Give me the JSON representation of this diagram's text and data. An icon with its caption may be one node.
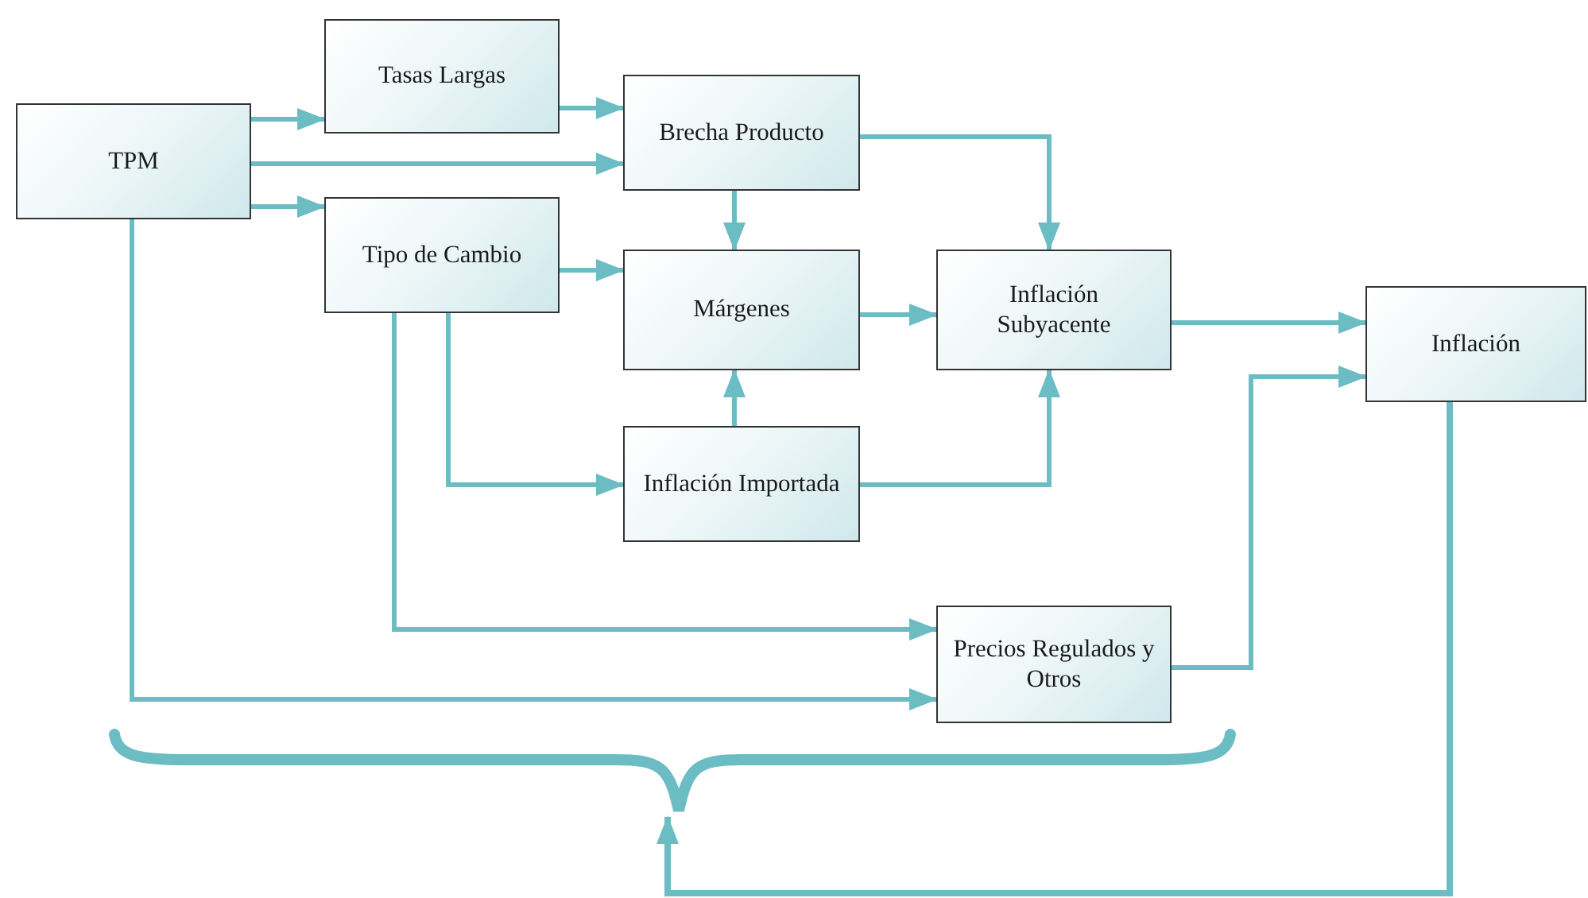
{
  "diagram": {
    "nodes": [
      {
        "text": [
          "TPM"
        ]
      },
      {
        "text": [
          "Tasas Largas"
        ]
      },
      {
        "text": [
          "Brecha Producto"
        ]
      },
      {
        "text": [
          "Tipo de Cambio"
        ]
      },
      {
        "text": [
          "Márgenes"
        ]
      },
      {
        "text": [
          "Inflación Subyacente"
        ]
      },
      {
        "text": [
          "Inflación"
        ]
      },
      {
        "text": [
          "Inflación Importada"
        ]
      },
      {
        "text": [
          "Precios Regulados y Otros"
        ]
      },
      {
        "text": [],
        "shape": "brace"
      }
    ],
    "edges": [
      {
        "from": 0,
        "to": 1,
        "arrow": "to"
      },
      {
        "from": 0,
        "to": 2,
        "arrow": "to"
      },
      {
        "from": 0,
        "to": 3,
        "arrow": "to"
      },
      {
        "from": 1,
        "to": 2,
        "arrow": "to"
      },
      {
        "from": 2,
        "to": 4,
        "arrow": "to"
      },
      {
        "from": 2,
        "to": 5,
        "arrow": "to"
      },
      {
        "from": 3,
        "to": 4,
        "arrow": "to"
      },
      {
        "from": 4,
        "to": 5,
        "arrow": "to"
      },
      {
        "from": 3,
        "to": 7,
        "arrow": "to"
      },
      {
        "from": 7,
        "to": 4,
        "arrow": "to"
      },
      {
        "from": 7,
        "to": 5,
        "arrow": "to"
      },
      {
        "from": 3,
        "to": 8,
        "arrow": "to"
      },
      {
        "from": 0,
        "to": 8,
        "arrow": "to"
      },
      {
        "from": 5,
        "to": 6,
        "arrow": "to"
      },
      {
        "from": 8,
        "to": 6,
        "arrow": "to"
      },
      {
        "from": 6,
        "to": 9,
        "arrow": "to"
      }
    ]
  }
}
